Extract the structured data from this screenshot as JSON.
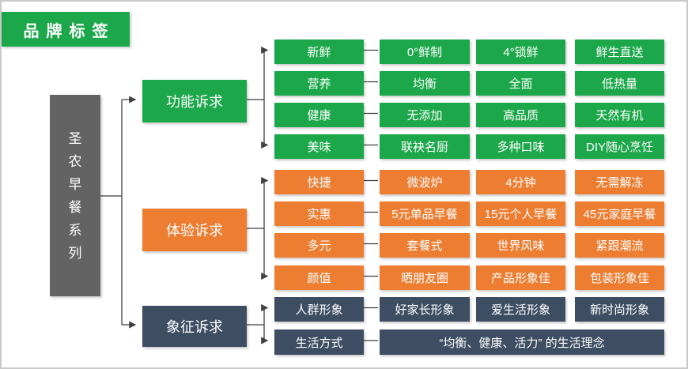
{
  "badge": {
    "label": "品牌标签"
  },
  "root": {
    "label": "圣农早餐系列"
  },
  "colors": {
    "green": "#1ca84a",
    "orange": "#ed7d31",
    "slate": "#3d4e63",
    "gray": "#636363",
    "line": "#3f3f3f",
    "border": "#c9c9c9"
  },
  "sections": [
    {
      "title": "功能诉求",
      "color": "#1ca84a",
      "rows": [
        [
          "新鲜",
          "0°鲜制",
          "4°锁鲜",
          "鲜生直送"
        ],
        [
          "营养",
          "均衡",
          "全面",
          "低热量"
        ],
        [
          "健康",
          "无添加",
          "高品质",
          "天然有机"
        ],
        [
          "美味",
          "联袂名厨",
          "多种口味",
          "DIY随心烹饪"
        ]
      ]
    },
    {
      "title": "体验诉求",
      "color": "#ed7d31",
      "rows": [
        [
          "快捷",
          "微波炉",
          "4分钟",
          "无需解冻"
        ],
        [
          "实惠",
          "5元单品早餐",
          "15元个人早餐",
          "45元家庭早餐"
        ],
        [
          "多元",
          "套餐式",
          "世界风味",
          "紧跟潮流"
        ],
        [
          "颜值",
          "晒朋友圈",
          "产品形象佳",
          "包装形象佳"
        ]
      ]
    },
    {
      "title": "象征诉求",
      "color": "#3d4e63",
      "rows": [
        [
          "人群形象",
          "好家长形象",
          "爱生活形象",
          "新时尚形象"
        ],
        [
          "生活方式",
          "“均衡、健康、活力” 的生活理念"
        ]
      ]
    }
  ]
}
